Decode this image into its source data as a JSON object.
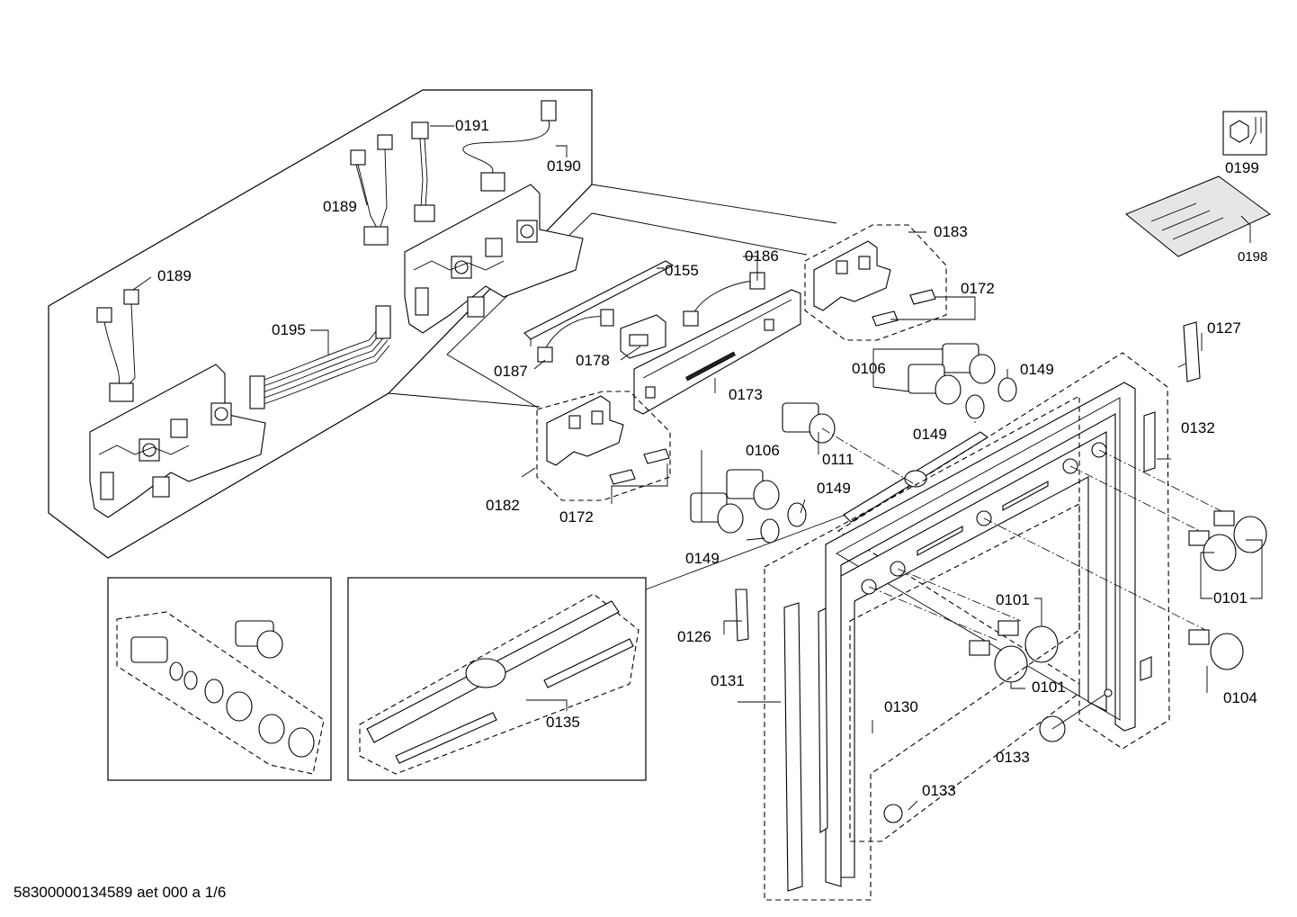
{
  "footer": {
    "text": "58300000134589 aet 000 a 1/6"
  },
  "labels": {
    "l0191": "0191",
    "l0190": "0190",
    "l0189a": "0189",
    "l0189b": "0189",
    "l0195": "0195",
    "l0155": "0155",
    "l0186": "0186",
    "l0187": "0187",
    "l0178": "0178",
    "l0173": "0173",
    "l0183": "0183",
    "l0172a": "0172",
    "l0172b": "0172",
    "l0182": "0182",
    "l0106a": "0106",
    "l0106b": "0106",
    "l0149a": "0149",
    "l0149b": "0149",
    "l0149c": "0149",
    "l0149d": "0149",
    "l0111": "0111",
    "l0199": "0199",
    "l0198": "0198",
    "l0127": "0127",
    "l0132": "0132",
    "l0101a": "0101",
    "l0101b": "0101",
    "l0101c": "0101",
    "l0104": "0104",
    "l0126": "0126",
    "l0131": "0131",
    "l0130": "0130",
    "l0133a": "0133",
    "l0133b": "0133",
    "l0135": "0135"
  }
}
